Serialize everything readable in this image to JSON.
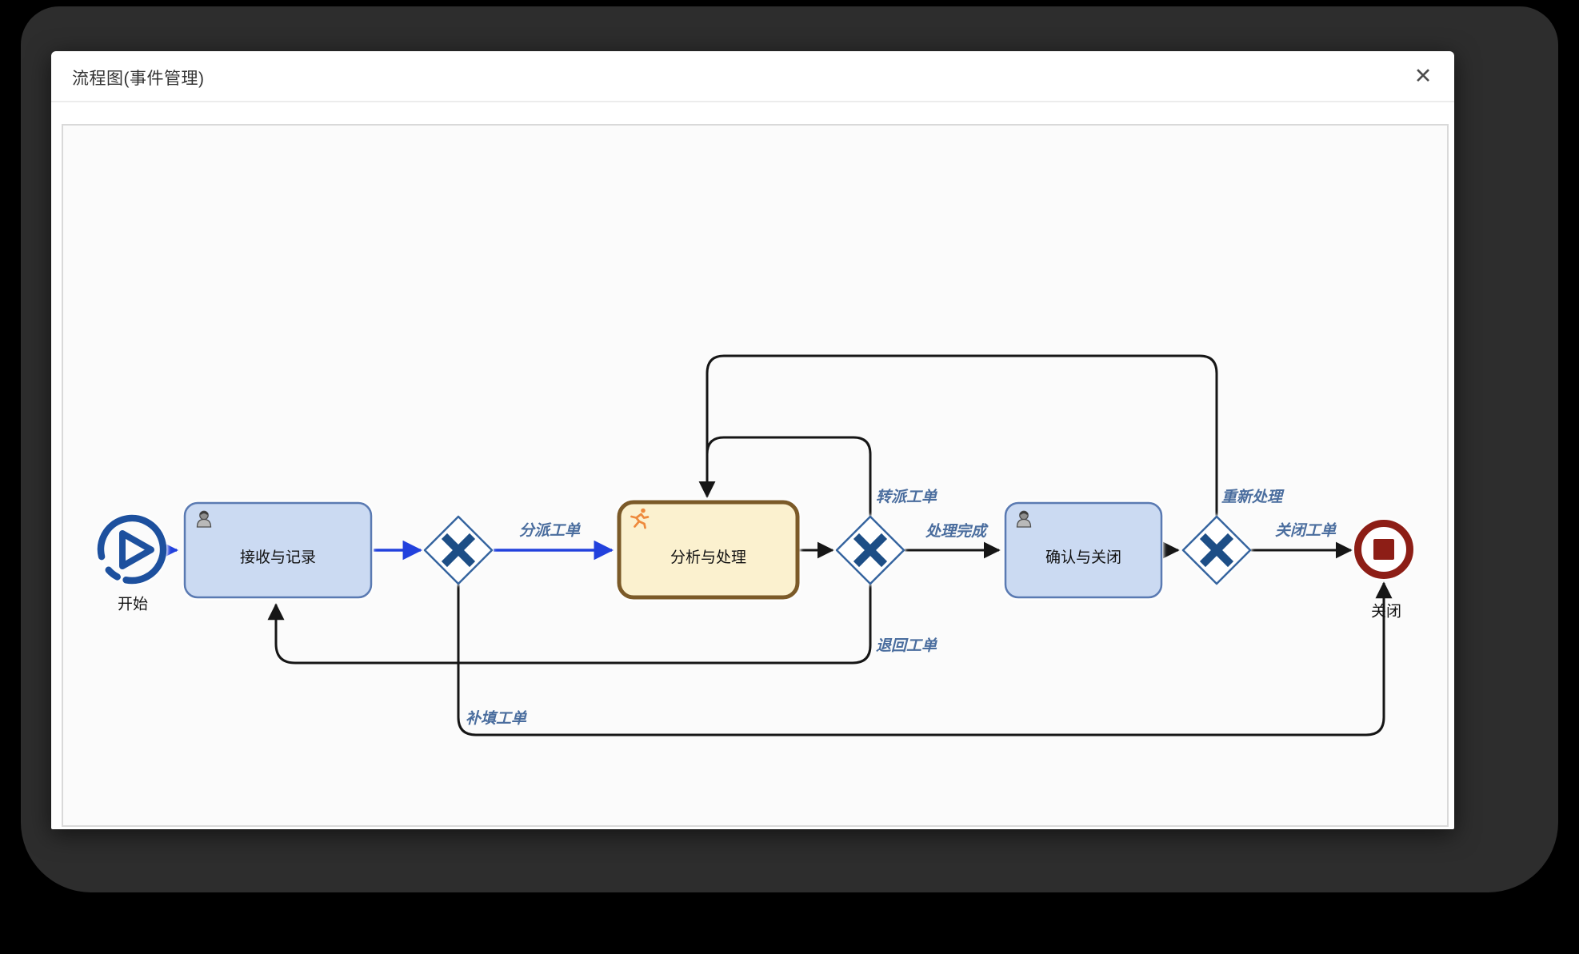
{
  "modal": {
    "title": "流程图(事件管理)",
    "close_icon": "✕"
  },
  "diagram": {
    "nodes": {
      "start": {
        "type": "start-event",
        "label": "开始"
      },
      "receive": {
        "type": "user-task",
        "label": "接收与记录"
      },
      "analyze": {
        "type": "user-task-active",
        "label": "分析与处理"
      },
      "confirm": {
        "type": "user-task",
        "label": "确认与关闭"
      },
      "gateway1": {
        "type": "exclusive-gateway",
        "label": ""
      },
      "gateway2": {
        "type": "exclusive-gateway",
        "label": ""
      },
      "gateway3": {
        "type": "exclusive-gateway",
        "label": ""
      },
      "end": {
        "type": "end-event",
        "label": "关闭"
      }
    },
    "edges": {
      "dispatch": {
        "label": "分派工单",
        "from": "gateway1",
        "to": "analyze",
        "highlighted": true
      },
      "transfer": {
        "label": "转派工单",
        "from": "gateway2",
        "to": "analyze",
        "highlighted": false
      },
      "complete": {
        "label": "处理完成",
        "from": "gateway2",
        "to": "confirm",
        "highlighted": false
      },
      "return": {
        "label": "退回工单",
        "from": "gateway2",
        "to": "receive",
        "highlighted": false
      },
      "reprocess": {
        "label": "重新处理",
        "from": "gateway3",
        "to": "analyze",
        "highlighted": false
      },
      "close": {
        "label": "关闭工单",
        "from": "gateway3",
        "to": "end",
        "highlighted": false
      },
      "refill": {
        "label": "补填工单",
        "from": "gateway1",
        "to": "end",
        "highlighted": false
      }
    },
    "colors": {
      "highlight_flow_blue": "#2241dd",
      "flow_black": "#161616",
      "edge_label_blue": "#4a6d9e",
      "task_fill": "#cbdaf2",
      "task_stroke": "#5a7ab2",
      "active_task_fill": "#fbf1cf",
      "active_task_stroke": "#7b5a28",
      "gateway_stroke": "#36659f",
      "gateway_x": "#1d4e86",
      "start_event_blue": "#1d509e",
      "end_event_red": "#8d1e16",
      "runner_icon_orange": "#ee8a3c"
    }
  }
}
